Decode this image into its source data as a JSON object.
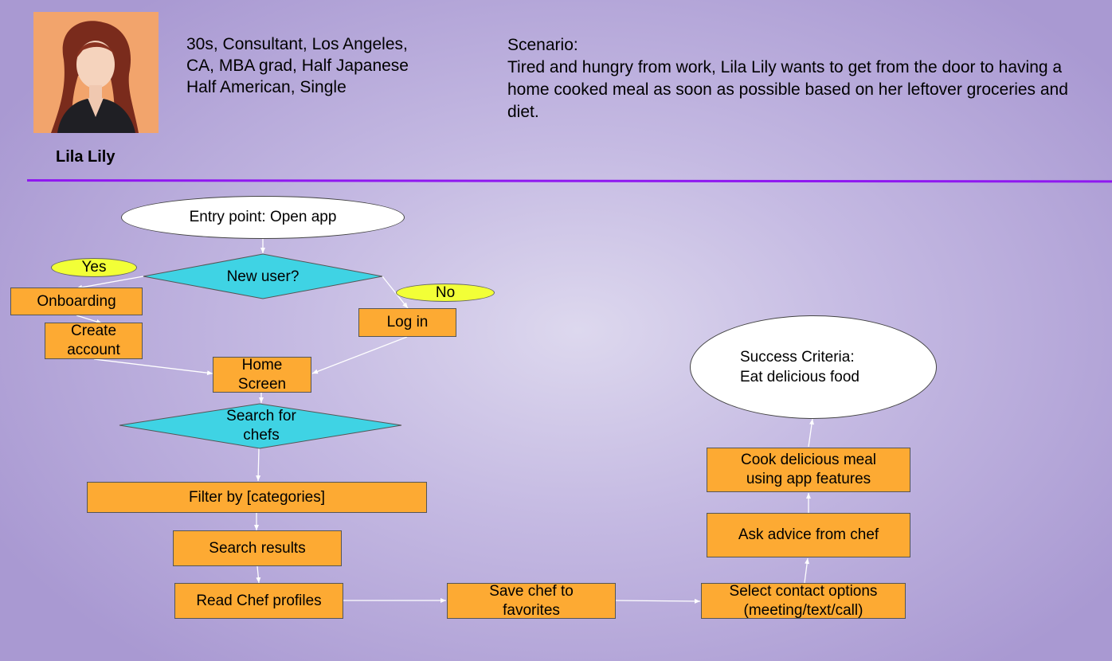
{
  "persona": {
    "name": "Lila Lily",
    "desc_lines": [
      "30s, Consultant, Los Angeles,",
      "CA, MBA grad, Half Japanese",
      "Half American, Single"
    ]
  },
  "scenario": {
    "title": "Scenario:",
    "text": "Tired and hungry from work, Lila Lily wants to get from the door to having a home cooked meal as soon as possible based on her leftover groceries and diet."
  },
  "flow": {
    "entry": "Entry point: Open app",
    "yes": "Yes",
    "no": "No",
    "new_user": "New user?",
    "onboarding": "Onboarding",
    "create_account": [
      "Create",
      "account"
    ],
    "login": "Log in",
    "home": [
      "Home",
      "Screen"
    ],
    "search_chefs": [
      "Search for",
      "chefs"
    ],
    "filter": "Filter by [categories]",
    "results": "Search results",
    "read_profiles": "Read Chef profiles",
    "save_chef": [
      "Save chef to",
      "favorites"
    ],
    "contact": [
      "Select contact options",
      "(meeting/text/call)"
    ],
    "ask_advice": "Ask advice from chef",
    "cook": [
      "Cook delicious meal",
      "using app features"
    ],
    "success": [
      "Success Criteria:",
      "Eat delicious food"
    ]
  },
  "colors": {
    "box": "#fdaa33",
    "decision": "#3fd3e4",
    "tag": "#f2ff37",
    "divider": "#8f18f0",
    "photo_bg": "#f2a46c"
  }
}
